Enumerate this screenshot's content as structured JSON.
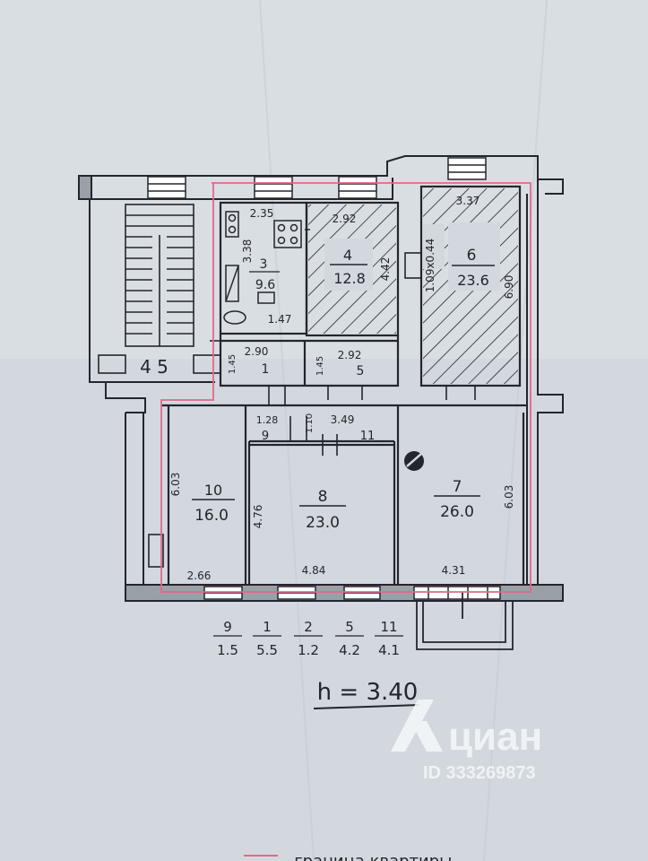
{
  "plan": {
    "colors": {
      "paper": "#d3d8de",
      "ink": "#23262c",
      "wall_fill": "#9aa0a8",
      "boundary": "#e06a86",
      "watermark": "#f4f6f8"
    },
    "rooms": [
      {
        "number": "10",
        "area": "16.0"
      },
      {
        "number": "8",
        "area": "23.0"
      },
      {
        "number": "7",
        "area": "26.0"
      },
      {
        "number": "6",
        "area": "23.6"
      },
      {
        "number": "4",
        "area": "12.8"
      },
      {
        "number": "3",
        "area": "9.6"
      },
      {
        "number": "1",
        "area": ""
      },
      {
        "number": "5",
        "area": ""
      },
      {
        "number": "9",
        "area": ""
      },
      {
        "number": "11",
        "area": ""
      }
    ],
    "dimensions": {
      "d_2_35": "2.35",
      "d_2_92_top": "2.92",
      "d_3_37": "3.37",
      "d_3_38": "3.38",
      "d_4_42": "4.42",
      "d_1_09x0_44": "1.09x0.44",
      "d_6_90": "6.90",
      "d_1_47": "1.47",
      "d_2_90": "2.90",
      "d_2_92_mid": "2.92",
      "d_1_45_left": "1.45",
      "d_1_45_mid": "1.45",
      "d_1_28": "1.28",
      "d_1_10": "1.10",
      "d_3_49": "3.49",
      "d_6_03_left": "6.03",
      "d_6_03_right": "6.03",
      "d_4_76": "4.76",
      "d_2_66": "2.66",
      "d_4_84": "4.84",
      "d_4_31": "4.31"
    },
    "stair_label": "4 5",
    "legend_areas": [
      {
        "num": "9",
        "area": "1.5"
      },
      {
        "num": "1",
        "area": "5.5"
      },
      {
        "num": "2",
        "area": "1.2"
      },
      {
        "num": "5",
        "area": "4.2"
      },
      {
        "num": "11",
        "area": "4.1"
      }
    ],
    "ceiling_height": "h = 3.40",
    "footer_caption": "- граница квартиры"
  },
  "watermark": {
    "brand": "циан",
    "id_text": "ID 333269873"
  }
}
